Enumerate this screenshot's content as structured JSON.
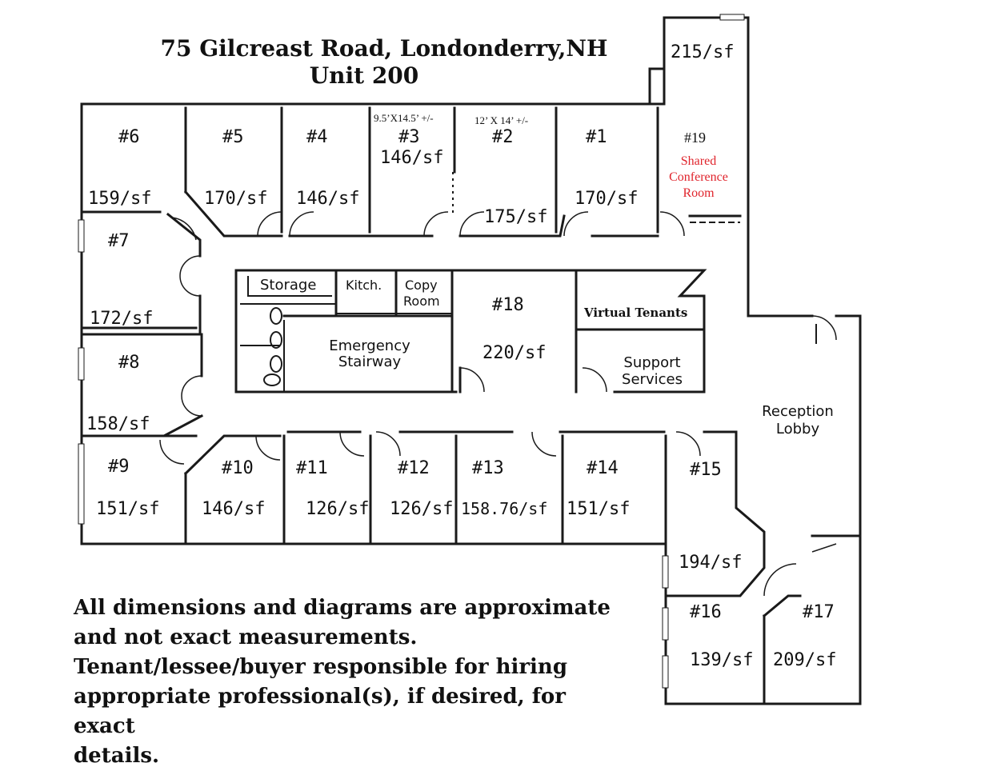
{
  "header": {
    "address": "75 Gilcreast Road, Londonderry,NH",
    "unit": "Unit 200"
  },
  "rooms": [
    {
      "id": "#6",
      "area": "159/sf"
    },
    {
      "id": "#5",
      "area": "170/sf"
    },
    {
      "id": "#4",
      "area": "146/sf"
    },
    {
      "id": "#3",
      "area": "146/sf",
      "dims": "9.5’X14.5’ +/-"
    },
    {
      "id": "#2",
      "area": "175/sf",
      "dims": "12’ X 14’ +/-"
    },
    {
      "id": "#1",
      "area": "170/sf"
    },
    {
      "id": "#19",
      "area": "215/sf",
      "note": [
        "Shared",
        "Conference",
        "Room"
      ]
    },
    {
      "id": "#7",
      "area": "172/sf"
    },
    {
      "id": "#8",
      "area": "158/sf"
    },
    {
      "id": "#18",
      "area": "220/sf"
    },
    {
      "id": "#9",
      "area": "151/sf"
    },
    {
      "id": "#10",
      "area": "146/sf"
    },
    {
      "id": "#11",
      "area": "126/sf"
    },
    {
      "id": "#12",
      "area": "126/sf"
    },
    {
      "id": "#13",
      "area": "158.76/sf"
    },
    {
      "id": "#14",
      "area": "151/sf"
    },
    {
      "id": "#15",
      "area": "194/sf"
    },
    {
      "id": "#16",
      "area": "139/sf"
    },
    {
      "id": "#17",
      "area": "209/sf"
    }
  ],
  "labels": {
    "storage": "Storage",
    "kitchen": "Kitch.",
    "copy_room": [
      "Copy",
      "Room"
    ],
    "stairway": [
      "Emergency",
      "Stairway"
    ],
    "virtual_tenants": "Virtual Tenants",
    "support": [
      "Support",
      "Services"
    ],
    "reception": [
      "Reception",
      "Lobby"
    ]
  },
  "disclaimer": [
    "All dimensions and diagrams are approximate",
    "and not exact measurements.",
    "Tenant/lessee/buyer responsible for hiring",
    "appropriate professional(s), if desired, for exact",
    "details."
  ],
  "colors": {
    "wall": "#1a1a1a",
    "accent_red": "#e0242c"
  }
}
